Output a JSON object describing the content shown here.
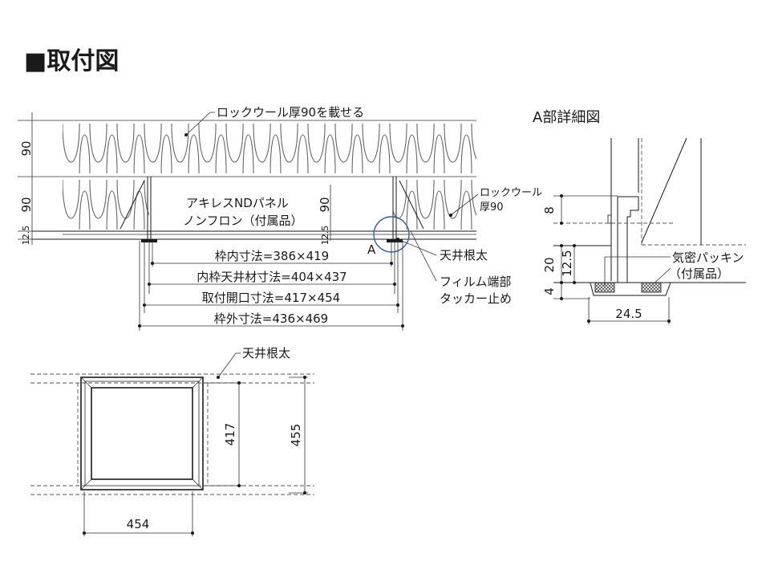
{
  "title": "■取付図",
  "detail_title": "A部詳細図",
  "labels": {
    "rockwool_top": "ロックウール厚90を載せる",
    "panel_line1": "アキレスNDパネル",
    "panel_line2": "ノンフロン（付属品）",
    "rockwool_side_line1": "ロックウール",
    "rockwool_side_line2": "厚90",
    "joist": "天井根太",
    "film_line1": "フィルム端部",
    "film_line2": "タッカー止め",
    "marker_a": "A",
    "packing_line1": "気密パッキン",
    "packing_line2": "（付属品）",
    "joist_plan": "天井根太"
  },
  "dims": {
    "left_top_90": "90",
    "left_mid_90": "90",
    "left_125": "12.5",
    "inner_90": "90",
    "inner_125": "12.5",
    "frame_inner": "枠内寸法=386×419",
    "inner_frame_ceiling": "内枠天井材寸法=404×437",
    "opening": "取付開口寸法=417×454",
    "frame_outer": "枠外寸法=436×469",
    "det_8": "8",
    "det_20": "20",
    "det_125": "12.5",
    "det_4": "4",
    "det_245": "24.5",
    "plan_417": "417",
    "plan_455": "455",
    "plan_454": "454"
  }
}
